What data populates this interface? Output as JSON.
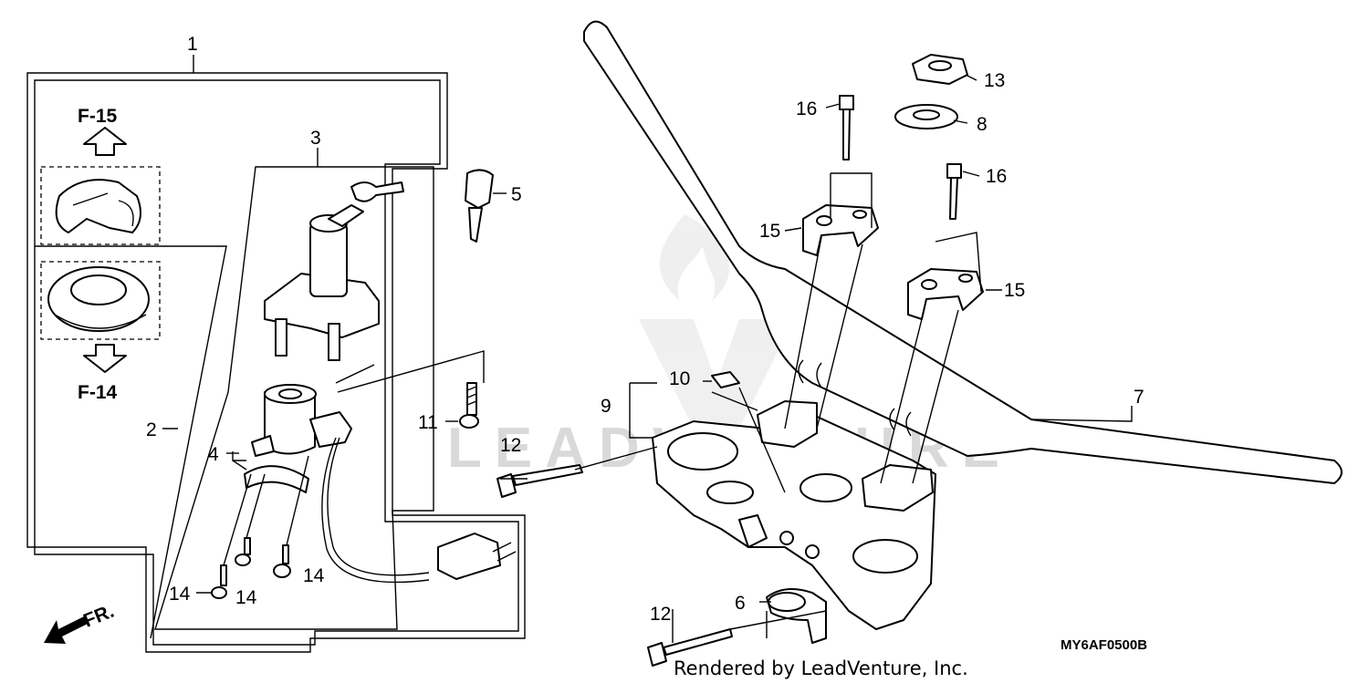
{
  "callouts": {
    "c1": "1",
    "c2": "2",
    "c3": "3",
    "c4": "4",
    "c5": "5",
    "c6": "6",
    "c7": "7",
    "c8": "8",
    "c9": "9",
    "c10": "10",
    "c11": "11",
    "c12a": "12",
    "c12b": "12",
    "c13": "13",
    "c14a": "14",
    "c14b": "14",
    "c14c": "14",
    "c15a": "15",
    "c15b": "15",
    "c16a": "16",
    "c16b": "16"
  },
  "references": {
    "up": "F-15",
    "down": "F-14"
  },
  "front_marker": "FR.",
  "watermark": "LEADVENTURE",
  "diagram_code": "MY6AF0500B",
  "credit": "Rendered by LeadVenture, Inc."
}
